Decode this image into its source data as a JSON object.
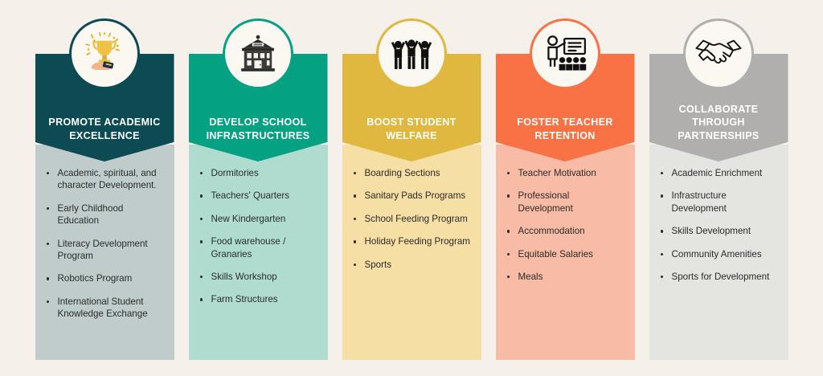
{
  "page": {
    "background_color": "#F5F1EA",
    "badge_background": "#FBF7F1"
  },
  "columns": [
    {
      "id": "promote-academic-excellence",
      "title": "PROMOTE ACADEMIC\nEXCELLENCE",
      "icon": "trophy-icon",
      "header_color": "#0C4A54",
      "body_color": "#BFCCCB",
      "items": [
        "Academic, spiritual, and character Development.",
        " Early Childhood Education",
        "Literacy Development Program",
        "Robotics Program",
        "International Student Knowledge Exchange"
      ]
    },
    {
      "id": "develop-school-infrastructures",
      "title": "DEVELOP SCHOOL\nINFRASTRUCTURES",
      "icon": "school-building-icon",
      "header_color": "#05A183",
      "body_color": "#AFDCCE",
      "items": [
        "Dormitories",
        "Teachers' Quarters",
        "New Kindergarten",
        "Food warehouse / Granaries",
        "Skills Workshop",
        "Farm Structures"
      ]
    },
    {
      "id": "boost-student-welfare",
      "title": "BOOST STUDENT\nWELFARE",
      "icon": "people-celebrating-icon",
      "header_color": "#E0B73F",
      "body_color": "#F6DFA4",
      "items": [
        "Boarding Sections",
        "Sanitary Pads Programs",
        "School Feeding Program",
        "Holiday Feeding Program",
        "Sports"
      ]
    },
    {
      "id": "foster-teacher-retention",
      "title": "FOSTER TEACHER\nRETENTION",
      "icon": "teacher-classroom-icon",
      "header_color": "#F87246",
      "body_color": "#F7BBA6",
      "items": [
        "Teacher Motivation",
        "Professional Development",
        "Accommodation",
        "Equitable Salaries",
        "Meals"
      ]
    },
    {
      "id": "collaborate-through-partnerships",
      "title": "COLLABORATE\nTHROUGH\nPARTNERSHIPS",
      "icon": "handshake-icon",
      "header_color": "#B0AFAE",
      "body_color": "#E4E4E1",
      "items": [
        "Academic Enrichment",
        "Infrastructure Development",
        "Skills Development",
        "Community Amenities",
        "Sports for Development"
      ]
    }
  ]
}
